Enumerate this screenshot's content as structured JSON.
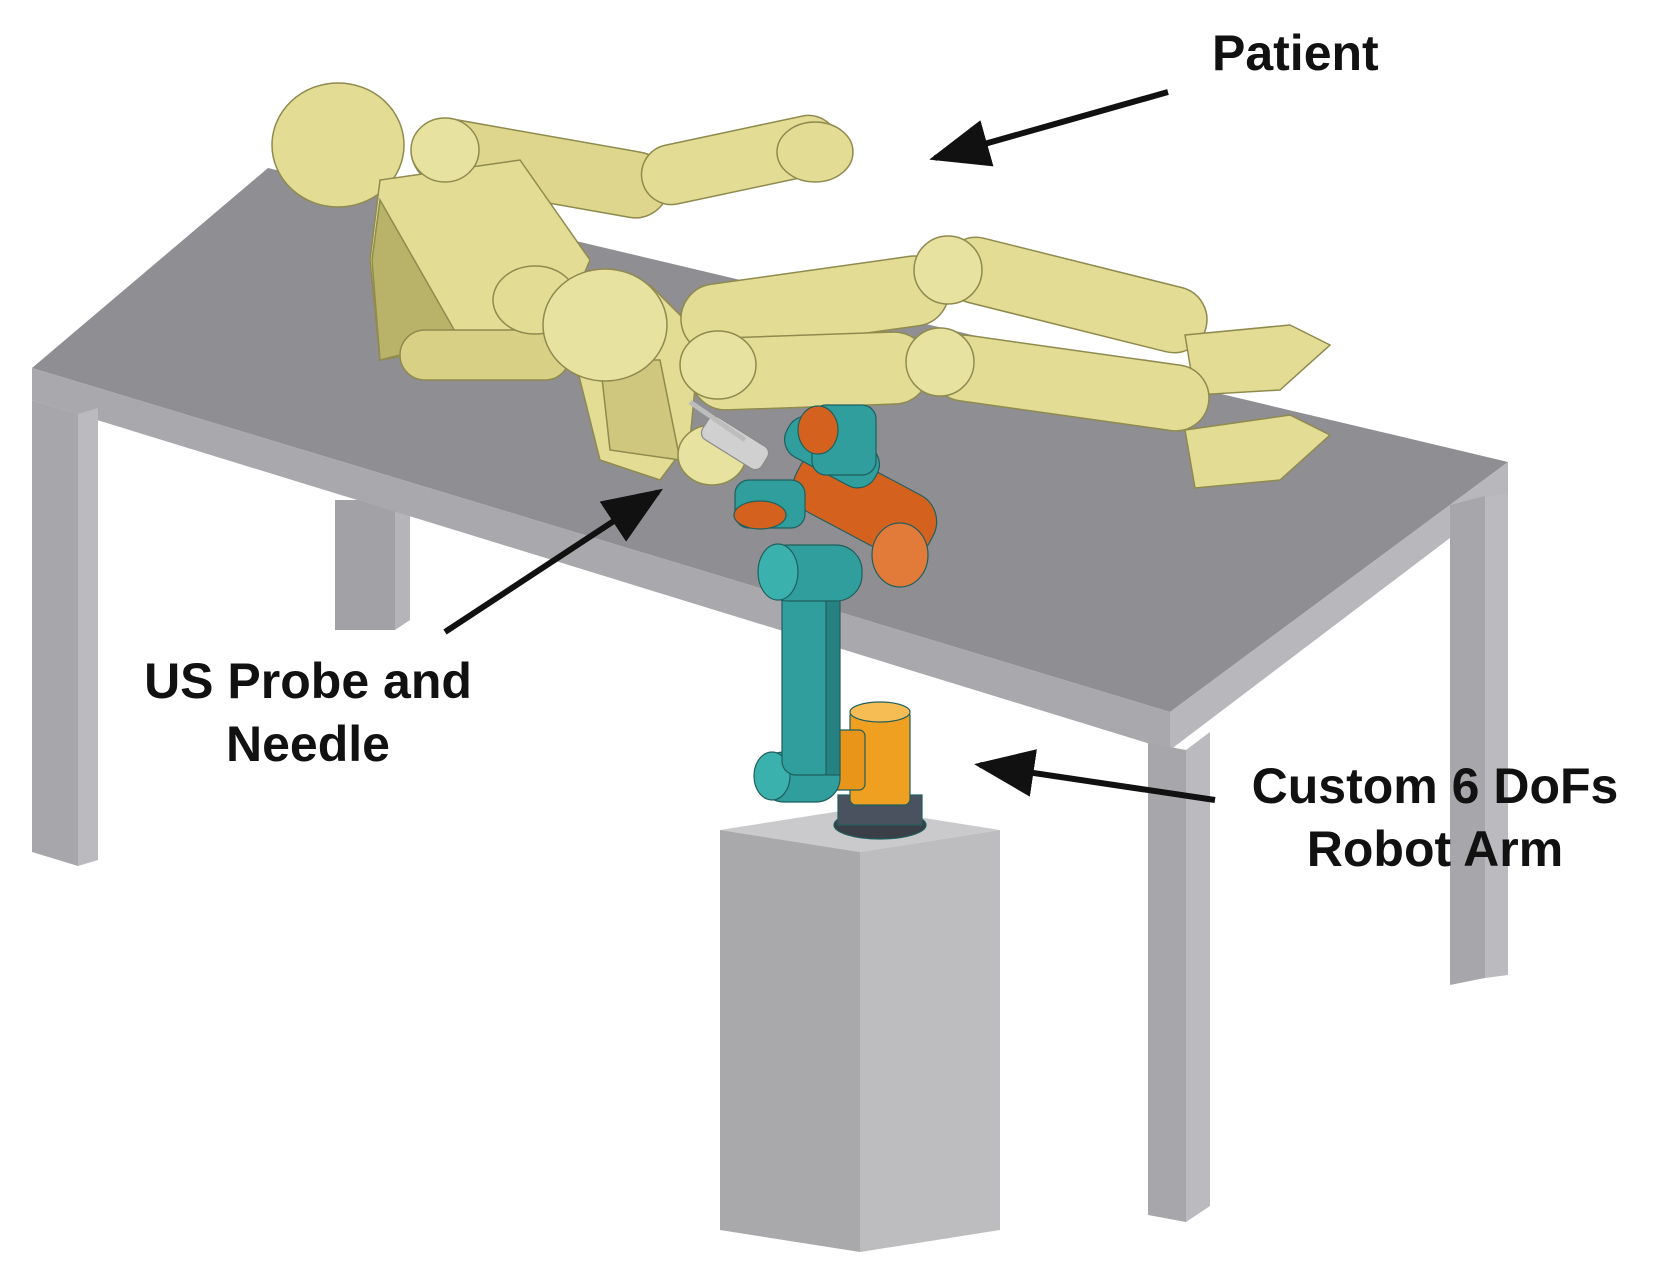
{
  "labels": {
    "patient": "Patient",
    "probe_line1": "US Probe and",
    "probe_line2": "Needle",
    "robot_line1": "Custom 6 DoFs",
    "robot_line2": "Robot Arm"
  },
  "colors": {
    "table_top": "#8f8f93",
    "table_leg": "#a7a7ab",
    "table_leg_shade": "#b9b9bd",
    "mannequin": "#e3dc95",
    "mannequin_shade": "#b9b36a",
    "robot_teal": "#2f9e9c",
    "robot_orange": "#d4621e",
    "robot_yellow_orange": "#f0a020",
    "base_box": "#a9a9ab",
    "probe": "#d0d0d0",
    "arrow": "#111111"
  }
}
